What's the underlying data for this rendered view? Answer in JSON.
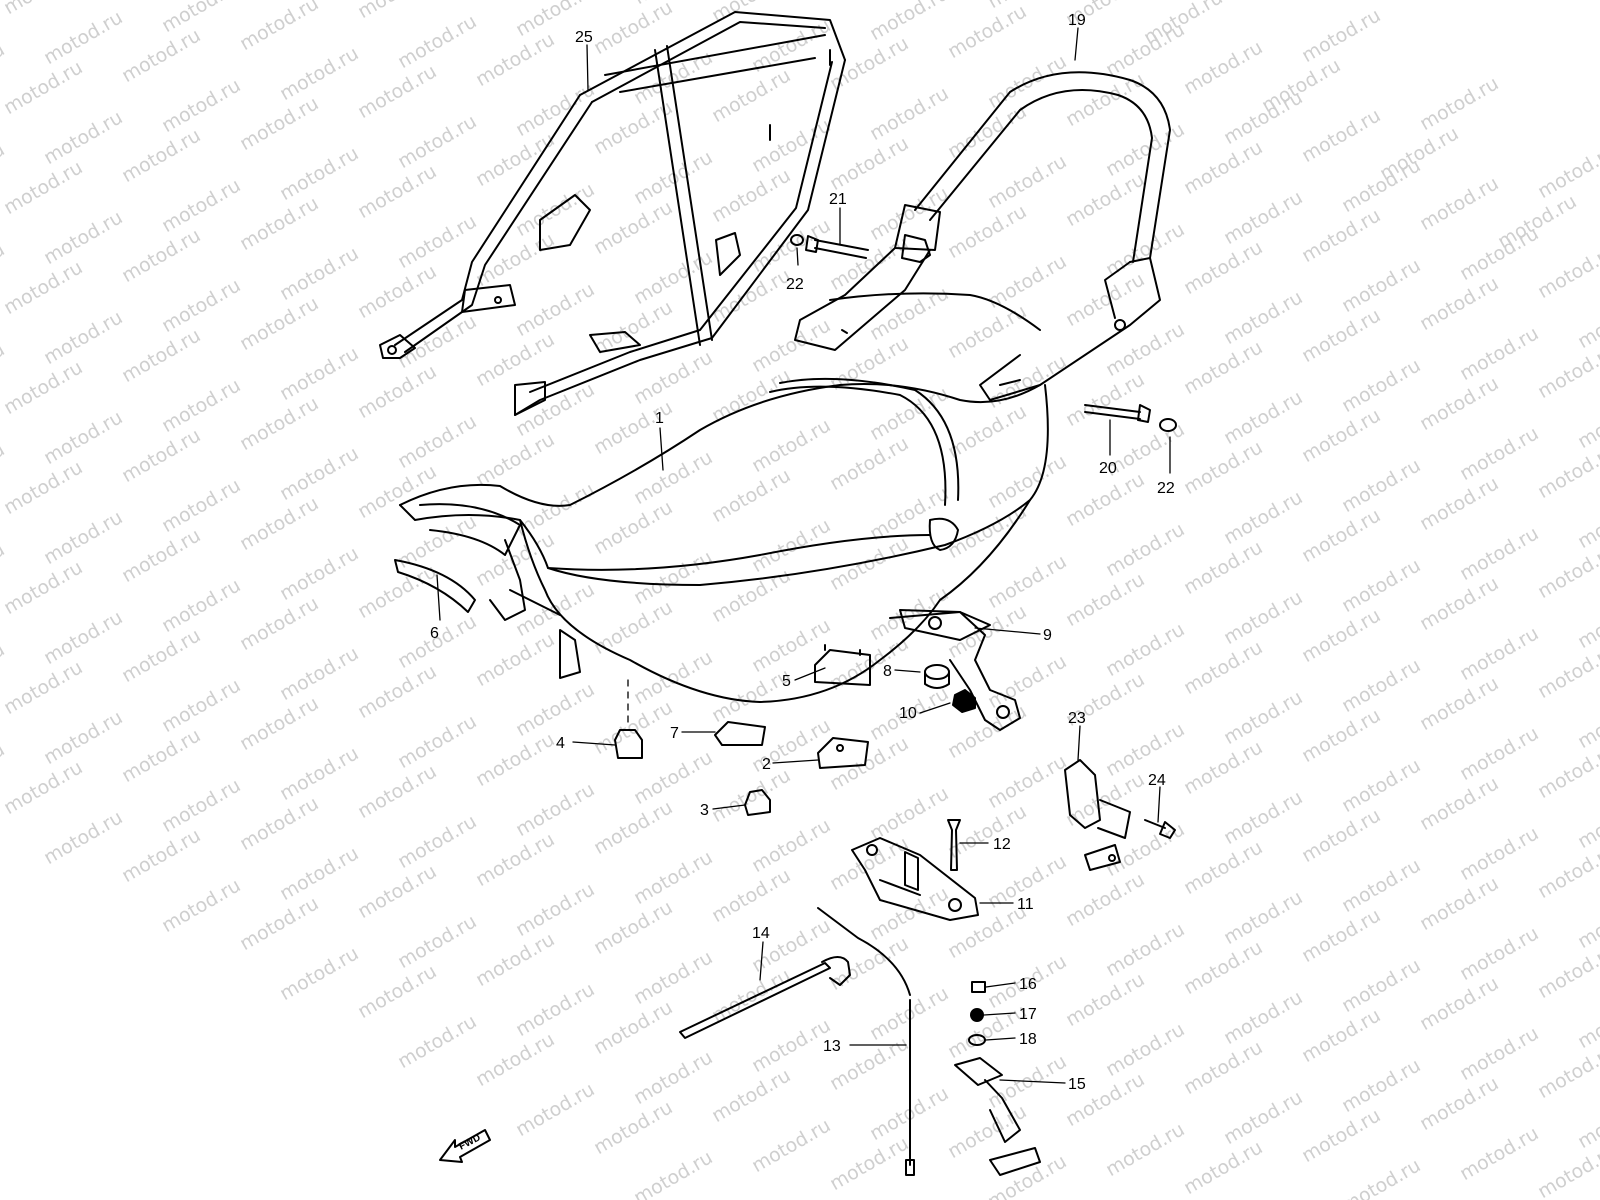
{
  "watermark": "motod.ru",
  "fwd_label": "FWD",
  "colors": {
    "line": "#000000",
    "watermark": "#cfcfcf",
    "background": "#ffffff"
  },
  "callouts": [
    {
      "id": "1",
      "text": "1"
    },
    {
      "id": "2",
      "text": "2"
    },
    {
      "id": "3",
      "text": "3"
    },
    {
      "id": "4",
      "text": "4"
    },
    {
      "id": "5",
      "text": "5"
    },
    {
      "id": "6",
      "text": "6"
    },
    {
      "id": "7",
      "text": "7"
    },
    {
      "id": "8",
      "text": "8"
    },
    {
      "id": "9",
      "text": "9"
    },
    {
      "id": "10",
      "text": "10"
    },
    {
      "id": "11",
      "text": "11"
    },
    {
      "id": "12",
      "text": "12"
    },
    {
      "id": "13",
      "text": "13"
    },
    {
      "id": "14",
      "text": "14"
    },
    {
      "id": "15",
      "text": "15"
    },
    {
      "id": "16",
      "text": "16"
    },
    {
      "id": "17",
      "text": "17"
    },
    {
      "id": "18",
      "text": "18"
    },
    {
      "id": "19",
      "text": "19"
    },
    {
      "id": "20",
      "text": "20"
    },
    {
      "id": "21",
      "text": "21"
    },
    {
      "id": "22a",
      "text": "22"
    },
    {
      "id": "22b",
      "text": "22"
    },
    {
      "id": "23",
      "text": "23"
    },
    {
      "id": "24",
      "text": "24"
    },
    {
      "id": "25",
      "text": "25"
    }
  ]
}
